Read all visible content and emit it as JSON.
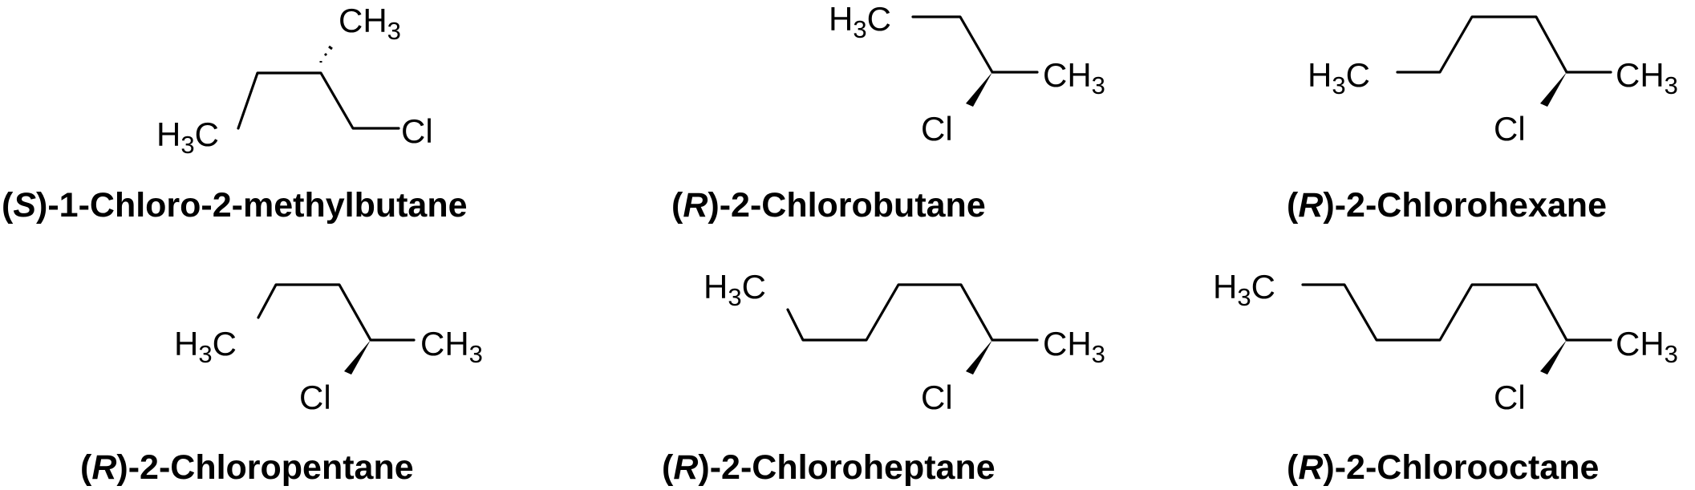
{
  "figure": {
    "atoms": {
      "methyl_left": "H",
      "methyl_right": "CH",
      "methyl_sub": "3",
      "methyl_tail": "C",
      "chlorine": "Cl"
    },
    "compounds": [
      {
        "open": "(",
        "config": "S",
        "rest": ")-1-Chloro-2-methylbutane"
      },
      {
        "open": "(",
        "config": "R",
        "rest": ")-2-Chlorobutane"
      },
      {
        "open": "(",
        "config": "R",
        "rest": ")-2-Chlorohexane"
      },
      {
        "open": "(",
        "config": "R",
        "rest": ")-2-Chloropentane"
      },
      {
        "open": "(",
        "config": "R",
        "rest": ")-2-Chloroheptane"
      },
      {
        "open": "(",
        "config": "R",
        "rest": ")-2-Chlorooctane"
      }
    ]
  }
}
